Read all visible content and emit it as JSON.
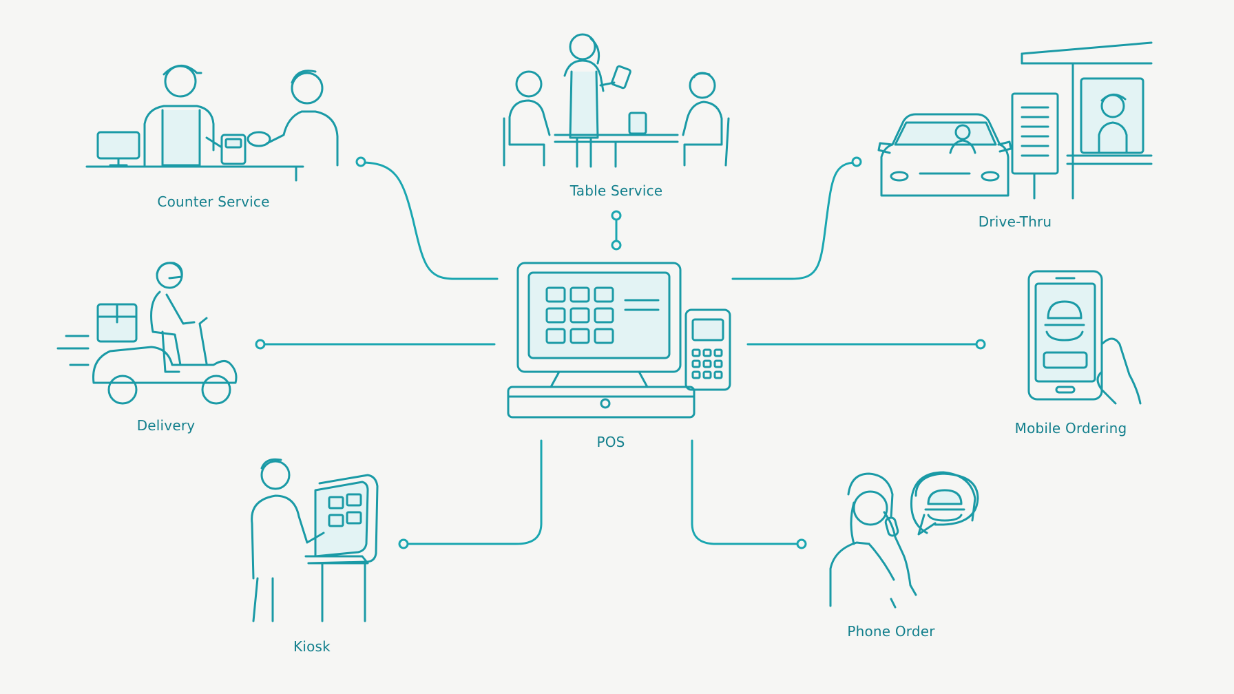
{
  "center": {
    "label": "POS",
    "icon": "pos-terminal-icon"
  },
  "channels": {
    "counter": {
      "label": "Counter Service",
      "icon": "counter-service-icon"
    },
    "table": {
      "label": "Table Service",
      "icon": "table-service-icon"
    },
    "drive": {
      "label": "Drive-Thru",
      "icon": "drive-thru-icon"
    },
    "delivery": {
      "label": "Delivery",
      "icon": "delivery-scooter-icon"
    },
    "mobile": {
      "label": "Mobile Ordering",
      "icon": "mobile-phone-icon"
    },
    "kiosk": {
      "label": "Kiosk",
      "icon": "self-service-kiosk-icon"
    },
    "phone": {
      "label": "Phone Order",
      "icon": "phone-call-icon"
    }
  },
  "colors": {
    "line": "#1aa6b0",
    "text": "#127f8c",
    "background": "#f6f6f4"
  }
}
